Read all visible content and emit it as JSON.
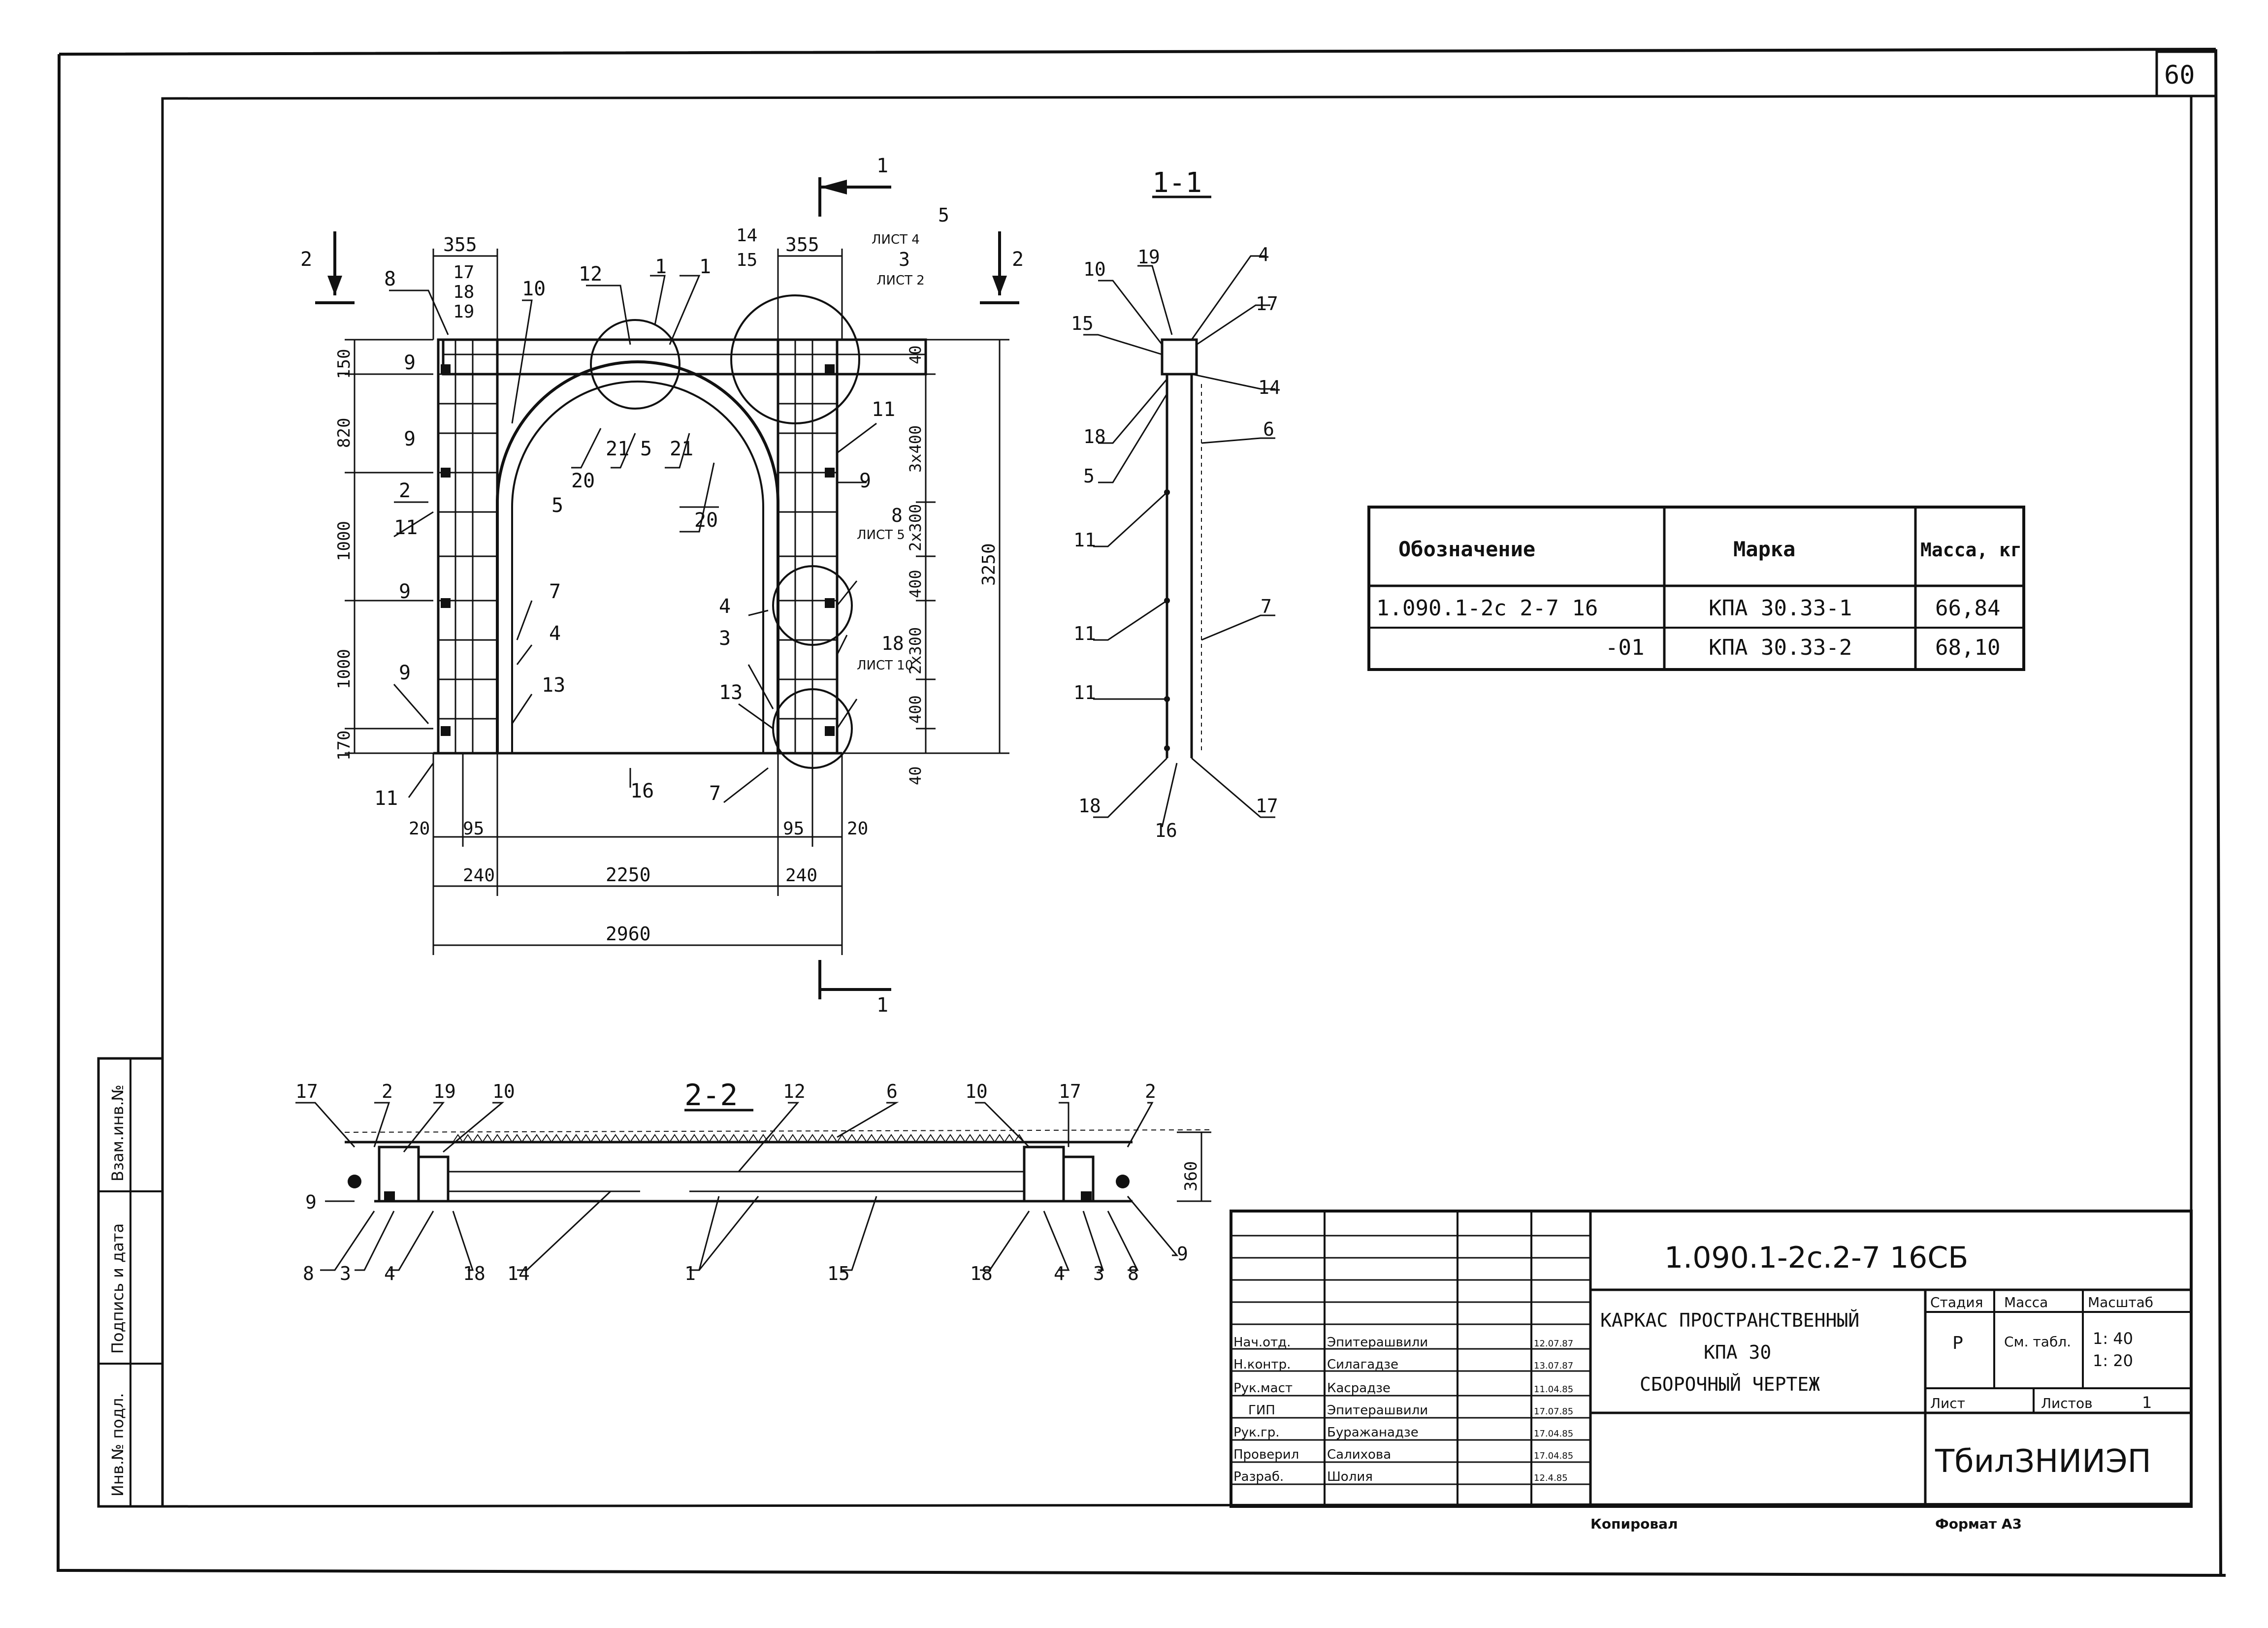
{
  "sheet_number": "60",
  "view_labels": {
    "section_11": "1-1",
    "section_22": "2-2",
    "cut1": "1",
    "cut2": "2"
  },
  "elevation": {
    "dims_top": [
      "355",
      "355"
    ],
    "dims_bottom": [
      "20",
      "95",
      "95",
      "20",
      "240",
      "2250",
      "240",
      "2960"
    ],
    "dims_left": [
      "150",
      "820",
      "1000",
      "1000",
      "170"
    ],
    "dims_right": [
      "40",
      "3x400",
      "2x300",
      "400",
      "2x300",
      "400",
      "40",
      "3250"
    ],
    "stack_left": [
      "17",
      "18",
      "19"
    ],
    "stack_mid": [
      "14",
      "15"
    ],
    "sheet_refs": [
      "5",
      "ЛИСТ 4",
      "3",
      "ЛИСТ 2",
      "8",
      "ЛИСТ 5",
      "18",
      "ЛИСТ 10"
    ],
    "callouts": [
      "2",
      "8",
      "10",
      "12",
      "1",
      "1",
      "9",
      "9",
      "2",
      "11",
      "9",
      "9",
      "11",
      "7",
      "4",
      "13",
      "21",
      "5",
      "21",
      "20",
      "5",
      "20",
      "11",
      "9",
      "8",
      "4",
      "3",
      "13",
      "7",
      "16"
    ]
  },
  "section_11_callouts": [
    "10",
    "19",
    "4",
    "17",
    "15",
    "14",
    "18",
    "5",
    "6",
    "11",
    "11",
    "7",
    "11",
    "18",
    "16",
    "17"
  ],
  "section_22": {
    "top_callouts": [
      "17",
      "2",
      "19",
      "10",
      "12",
      "6",
      "10",
      "17",
      "2"
    ],
    "bottom_callouts": [
      "9",
      "8",
      "3",
      "4",
      "18",
      "14",
      "1",
      "15",
      "18",
      "4",
      "3",
      "8",
      "9"
    ],
    "dim": "360"
  },
  "spec_table": {
    "headers": [
      "Обозначение",
      "Марка",
      "Масса, кг"
    ],
    "rows": [
      [
        "1.090.1-2c 2-7 16",
        "КПА 30.33-1",
        "66,84"
      ],
      [
        "-01",
        "КПА 30.33-2",
        "68,10"
      ]
    ]
  },
  "title_block": {
    "doc_code": "1.090.1-2c.2-7  16СБ",
    "title_lines": [
      "КАРКАС ПРОСТРАНСТВЕННЫЙ",
      "КПА 30",
      "СБОРОЧНЫЙ ЧЕРТЕЖ"
    ],
    "stage_label": "Стадия",
    "mass_label": "Масса",
    "scale_label": "Масштаб",
    "stage": "Р",
    "mass": "См. табл.",
    "scale": "1: 40\n1: 20",
    "sheet_label": "Лист",
    "sheets_label": "Листов",
    "sheets_value": "1",
    "organization": "ТбилЗНИИЭП",
    "signatures": [
      {
        "role": "Нач.отд.",
        "name": "Эпитерашвили",
        "date": "12.07.87"
      },
      {
        "role": "Н.контр.",
        "name": "Силагадзе",
        "date": "13.07.87"
      },
      {
        "role": "Рук.маст",
        "name": "Касрадзе",
        "date": "11.04.85"
      },
      {
        "role": "ГИП",
        "name": "Эпитерашвили",
        "date": "17.07.85"
      },
      {
        "role": "Рук.гр.",
        "name": "Буражанадзе",
        "date": "17.04.85"
      },
      {
        "role": "Проверил",
        "name": "Салихова",
        "date": "17.04.85"
      },
      {
        "role": "Разраб.",
        "name": "Шолия",
        "date": "12.4.85"
      }
    ],
    "copied_by": "Копировал",
    "format": "Формат А3"
  },
  "side_stamp": [
    "Взам.инв.№",
    "Подпись и дата",
    "Инв.№ подл."
  ]
}
